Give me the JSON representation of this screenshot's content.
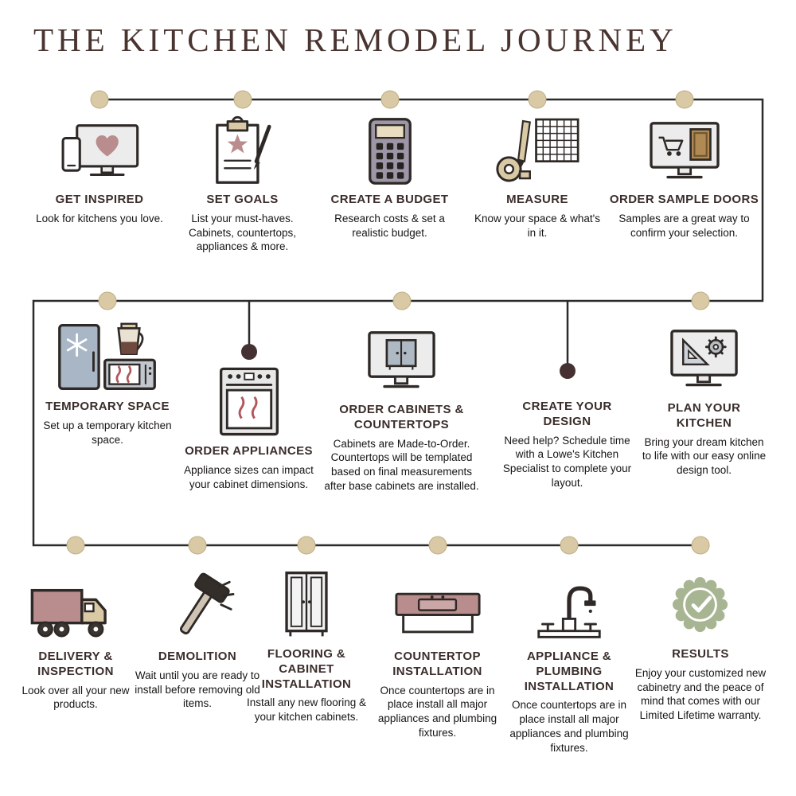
{
  "title": "THE KITCHEN REMODEL JOURNEY",
  "colors": {
    "title": "#4a3430",
    "heading": "#3a2d2b",
    "body_text": "#171514",
    "line": "#2b2b2b",
    "node": "#d9c9a4",
    "node_dark": "#453132",
    "mauve": "#b98d8d",
    "tan": "#d9c9a4",
    "gray_blue": "#a9b6c6",
    "sage_green": "#a8b592"
  },
  "rows": [
    {
      "steps": [
        {
          "icon": "monitor-heart-icon",
          "title": "GET INSPIRED",
          "desc": "Look for kitchens you love."
        },
        {
          "icon": "clipboard-star-icon",
          "title": "SET GOALS",
          "desc": "List your must-haves. Cabinets, countertops, appliances & more."
        },
        {
          "icon": "calculator-icon",
          "title": "CREATE A BUDGET",
          "desc": "Research costs & set a realistic budget."
        },
        {
          "icon": "measuring-tools-icon",
          "title": "MEASURE",
          "desc": "Know your space & what's in it."
        },
        {
          "icon": "sample-door-monitor-icon",
          "title": "ORDER SAMPLE DOORS",
          "desc": "Samples are a great way to confirm your selection."
        }
      ]
    },
    {
      "steps": [
        {
          "icon": "fridge-microwave-icon",
          "title": "TEMPORARY SPACE",
          "desc": "Set up a temporary kitchen space."
        },
        {
          "icon": "oven-icon",
          "title": "ORDER APPLIANCES",
          "desc": "Appliance sizes can impact your cabinet dimensions."
        },
        {
          "icon": "cabinet-monitor-icon",
          "title": "ORDER CABINETS & COUNTERTOPS",
          "desc": "Cabinets are Made-to-Order. Countertops will be templated based on final measurements after base cabinets are installed."
        },
        {
          "icon": "none",
          "title": "CREATE YOUR DESIGN",
          "desc": "Need help? Schedule time with a Lowe's Kitchen Specialist to complete your layout."
        },
        {
          "icon": "design-tool-monitor-icon",
          "title": "PLAN YOUR KITCHEN",
          "desc": "Bring your dream kitchen to life with our easy online design tool."
        }
      ]
    },
    {
      "steps": [
        {
          "icon": "delivery-truck-icon",
          "title": "DELIVERY & INSPECTION",
          "desc": "Look over all your new products."
        },
        {
          "icon": "sledgehammer-icon",
          "title": "DEMOLITION",
          "desc": "Wait until you are ready to install before removing old items."
        },
        {
          "icon": "tall-cabinet-icon",
          "title": "FLOORING & CABINET INSTALLATION",
          "desc": "Install any new flooring & your kitchen cabinets."
        },
        {
          "icon": "countertop-sink-icon",
          "title": "COUNTERTOP INSTALLATION",
          "desc": "Once countertops are in place install all major appliances and plumbing fixtures."
        },
        {
          "icon": "faucet-icon",
          "title": "APPLIANCE & PLUMBING INSTALLATION",
          "desc": "Once countertops are in place install all major appliances and plumbing fixtures."
        },
        {
          "icon": "warranty-badge-icon",
          "title": "RESULTS",
          "desc": "Enjoy your customized new cabinetry and the peace of mind that comes with our Limited Lifetime warranty."
        }
      ]
    }
  ]
}
